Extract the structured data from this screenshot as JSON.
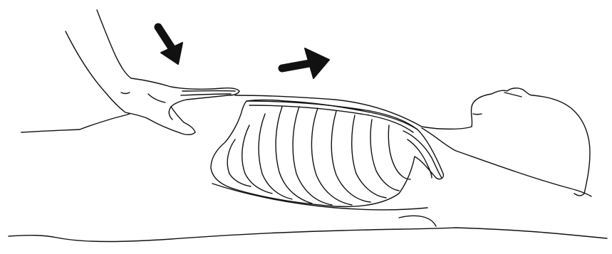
{
  "figure": {
    "ink_color": "#111111",
    "background_color": "#ffffff",
    "arrows": [
      {
        "id": "downward-pressure",
        "direction": "down-right"
      },
      {
        "id": "forward-pressure",
        "direction": "right"
      }
    ]
  }
}
